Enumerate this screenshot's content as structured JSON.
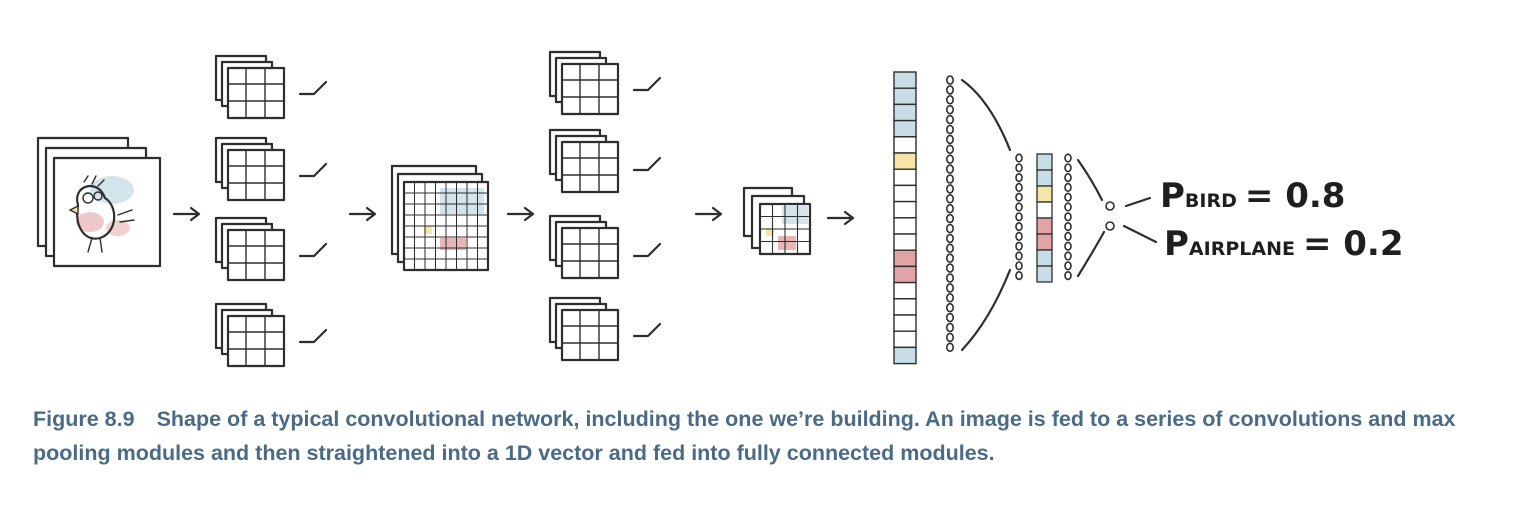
{
  "figure": {
    "caption_label": "Figure 8.9",
    "caption_text": "Shape of a typical convolutional network, including the one we’re building. An image is fed to a series of convolutions and max pooling modules and then straightened into a 1D vector and fed into fully connected modules."
  },
  "outputs": [
    {
      "letter": "P",
      "subscript": "BIRD",
      "equals": "= 0.8"
    },
    {
      "letter": "P",
      "subscript": "AIRPLANE",
      "equals": "= 0.2"
    }
  ],
  "colors": {
    "ink": "#2e2e2e",
    "caption": "#4a6a85",
    "cell_blue": "#c9dde6",
    "cell_yellow": "#f5e6a8",
    "cell_red": "#e2a3a6"
  },
  "vector_cells": [
    "blue",
    "blue",
    "blue",
    "blue",
    "",
    "yellow",
    "",
    "",
    "",
    "",
    "",
    "red",
    "red",
    "",
    "",
    "",
    "",
    "blue"
  ],
  "small_vector_cells": [
    "blue",
    "blue",
    "yellow",
    "",
    "red",
    "red",
    "blue",
    "blue"
  ]
}
